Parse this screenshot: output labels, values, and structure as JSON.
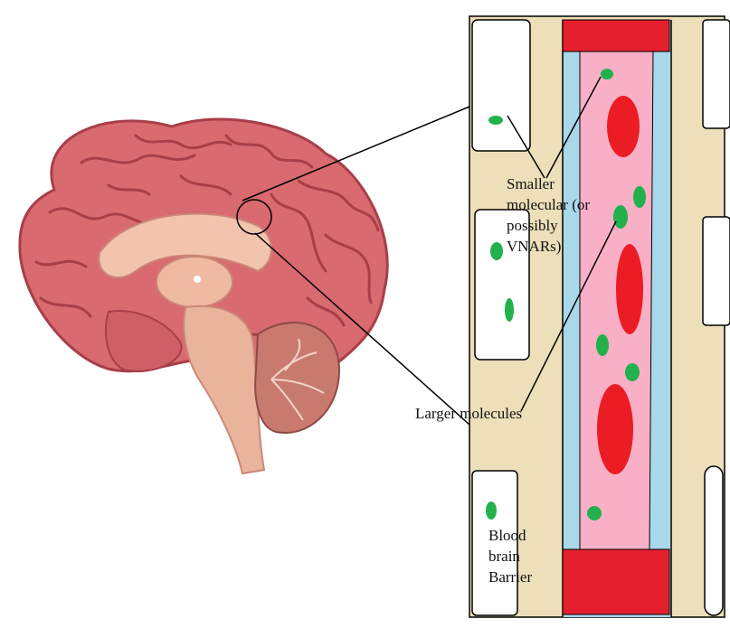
{
  "labels": {
    "smaller": [
      "Smaller",
      "molecular (or",
      "possibly",
      "VNARs)"
    ],
    "larger": "Larger molecules",
    "bbb": [
      "Blood",
      "brain",
      "Barrier"
    ]
  },
  "colors": {
    "tissue": "#ecdfb9",
    "vessel_wall": "#a8d8ea",
    "blood": "#f9b0c6",
    "red_cell": "#ec1c24",
    "cap": "#e5202e",
    "molecule": "#22b14c",
    "brain": "#d96a70",
    "brain_dark": "#a83e48",
    "brain_inner": "#f2c4ae"
  },
  "icons": {
    "brain": "brain-sagittal-icon",
    "molecule": "green-molecule-icon",
    "red_blood_cell": "red-blood-cell-icon"
  }
}
